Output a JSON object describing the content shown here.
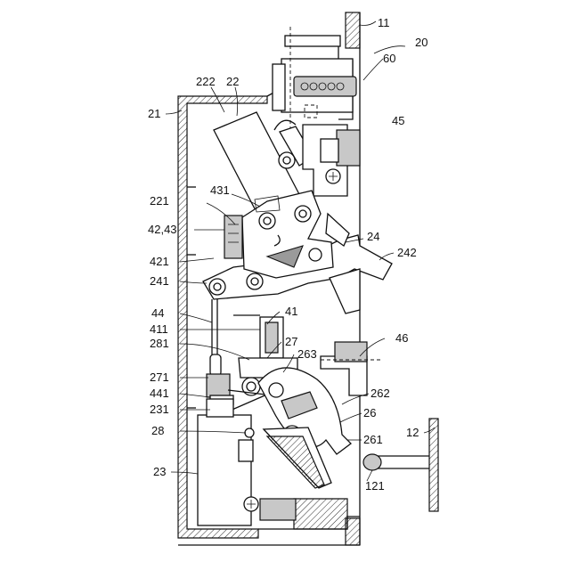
{
  "labels": {
    "l11": "11",
    "l20": "20",
    "l60": "60",
    "l222": "222",
    "l22": "22",
    "l21": "21",
    "l45": "45",
    "l431": "431",
    "l221": "221",
    "l42_43": "42,43",
    "l24": "24",
    "l242": "242",
    "l421": "421",
    "l241": "241",
    "l44": "44",
    "l41": "41",
    "l411": "411",
    "l281": "281",
    "l27": "27",
    "l46": "46",
    "l263": "263",
    "l271": "271",
    "l441": "441",
    "l262": "262",
    "l231": "231",
    "l26": "26",
    "l28": "28",
    "l12": "12",
    "l261": "261",
    "l23": "23",
    "l121": "121"
  }
}
